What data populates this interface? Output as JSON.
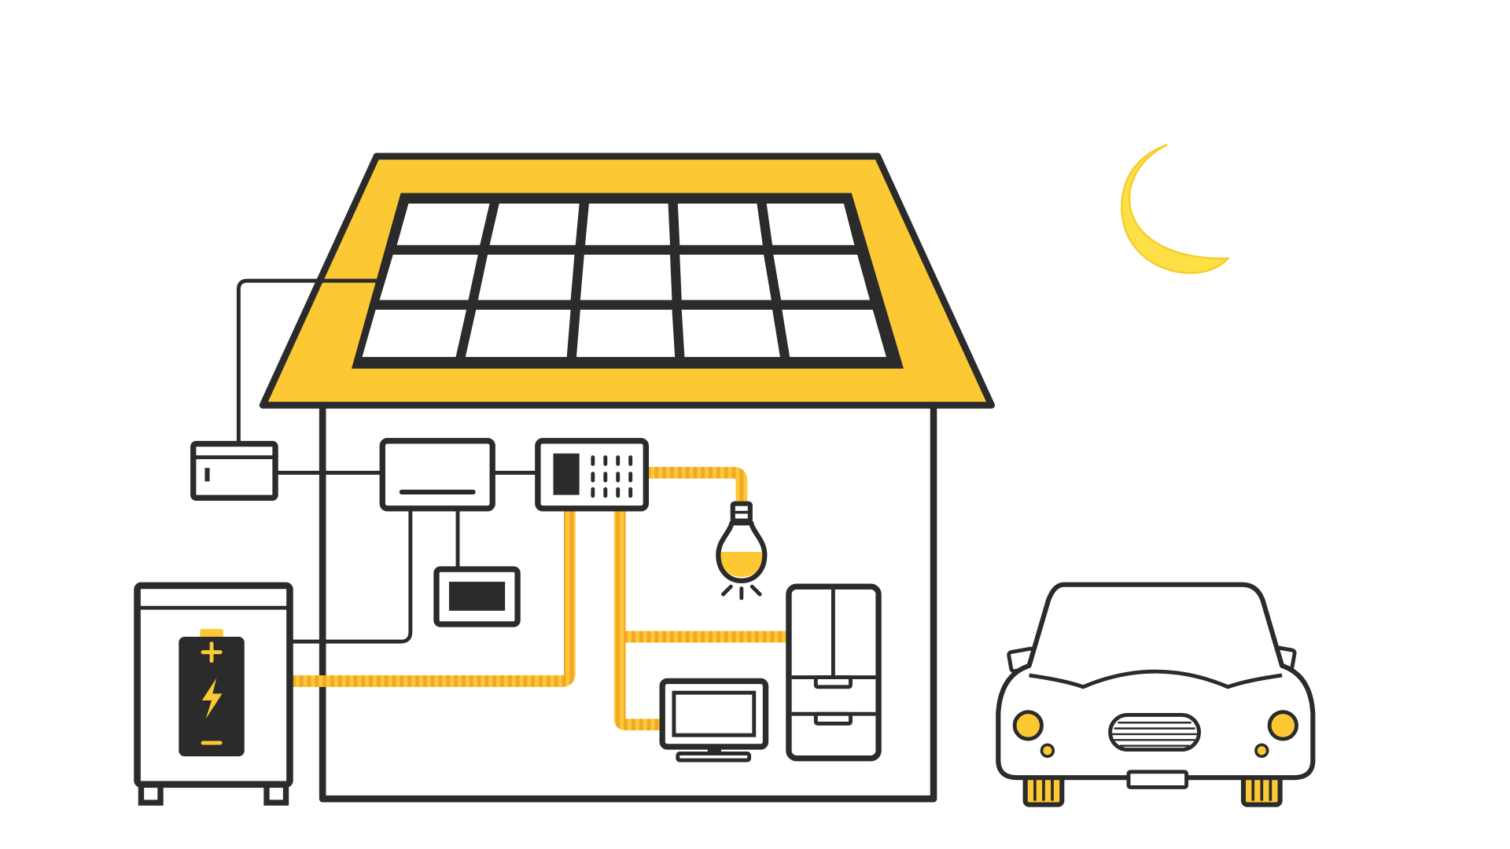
{
  "scene": {
    "time_of_day": "night",
    "components": [
      "solar-panel-array",
      "power-conditioner",
      "power-monitor",
      "distribution-board",
      "storage-battery",
      "light-bulb",
      "refrigerator",
      "television",
      "electric-car",
      "moon"
    ]
  },
  "colors": {
    "accent_yellow": "#fcc934",
    "moon_yellow": "#fde046",
    "outline": "#2b2b2b",
    "wire_orange": "#f2a72a",
    "house_fill": "#ffffff"
  },
  "icons": {
    "battery_plus": "plus-icon",
    "battery_minus": "minus-icon",
    "battery_bolt": "lightning-bolt-icon"
  }
}
